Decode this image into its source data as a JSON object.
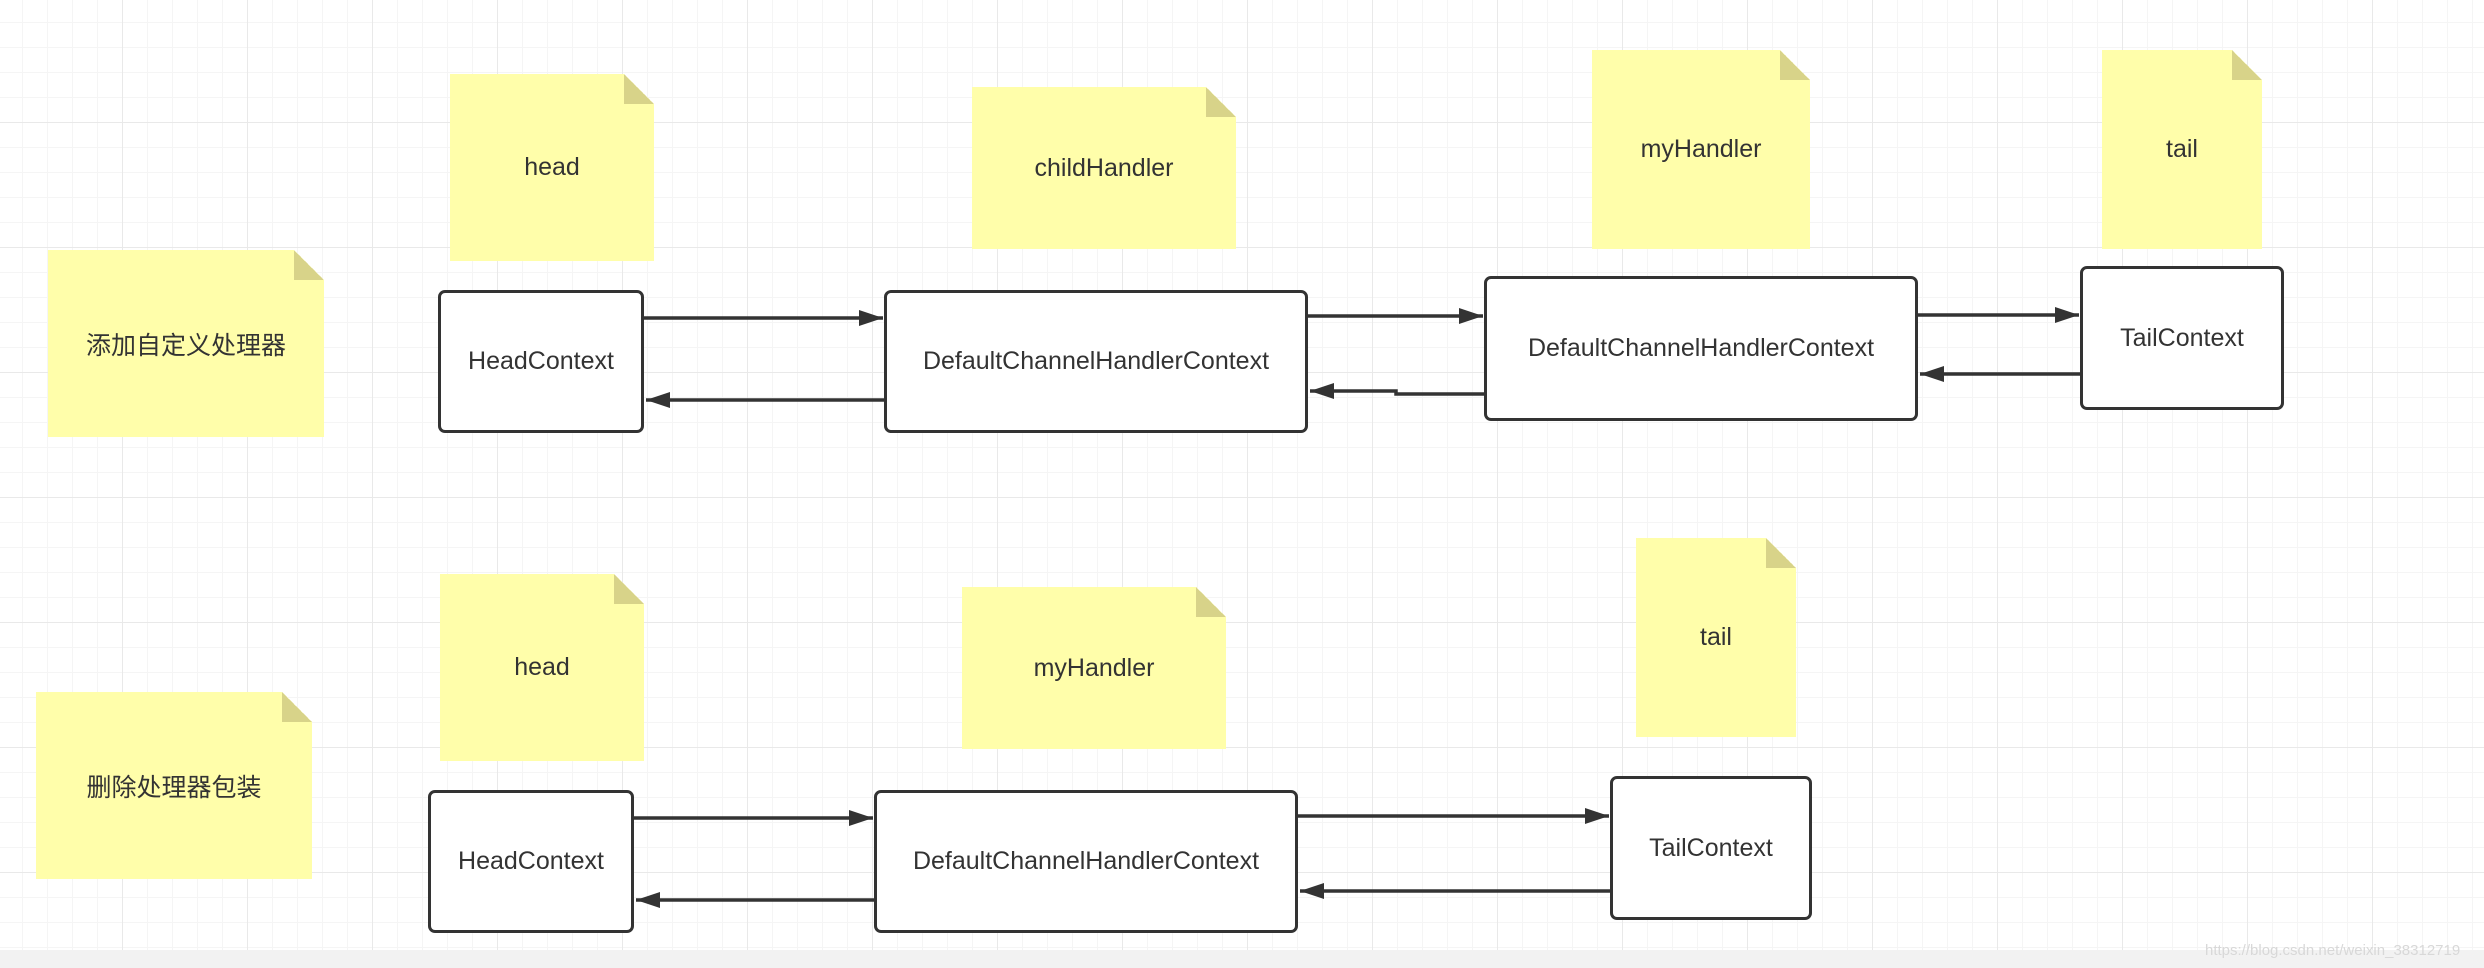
{
  "diagram": {
    "row1": {
      "title": "添加自定义处理器",
      "notes": {
        "head": "head",
        "child": "childHandler",
        "my": "myHandler",
        "tail": "tail"
      },
      "boxes": {
        "head": "HeadContext",
        "default1": "DefaultChannelHandlerContext",
        "default2": "DefaultChannelHandlerContext",
        "tail": "TailContext"
      }
    },
    "row2": {
      "title": "删除处理器包装",
      "notes": {
        "head": "head",
        "my": "myHandler",
        "tail": "tail"
      },
      "boxes": {
        "head": "HeadContext",
        "default": "DefaultChannelHandlerContext",
        "tail": "TailContext"
      }
    }
  },
  "watermark": "https://blog.csdn.net/weixin_38312719",
  "colors": {
    "note": "#fffeaa",
    "note_fold": "#d8d389",
    "stroke": "#333333"
  }
}
